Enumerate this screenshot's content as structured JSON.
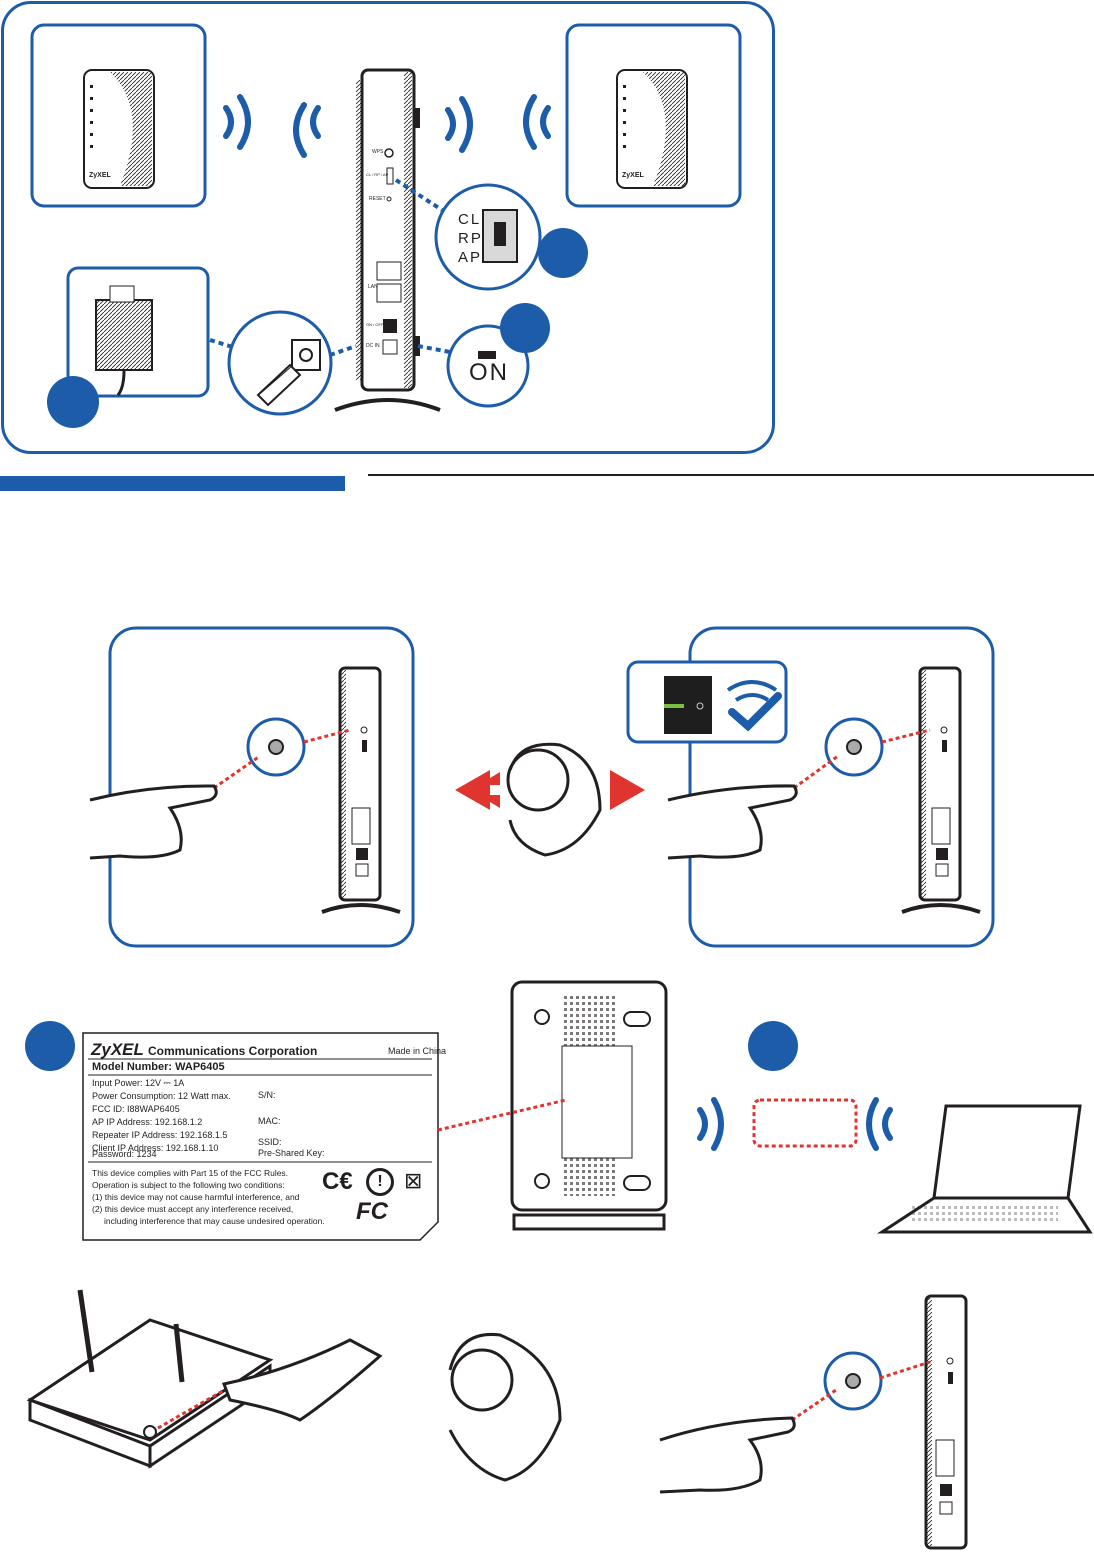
{
  "switch_modes": [
    "CL",
    "RP",
    "AP"
  ],
  "power_label": "ON",
  "colors": {
    "brand_blue": "#1c5ca8",
    "dot_red": "#e0342f",
    "dark": "#231f20"
  },
  "device_ports": {
    "wps": "WPS",
    "reset": "RESET",
    "lan": "LAN",
    "on_off": "ON / OFF",
    "dc_in": "DC IN",
    "modes_small": "CL / RP / AP"
  },
  "product_label": {
    "brand": "ZyXEL",
    "company": "Communications Corporation",
    "origin": "Made in China",
    "model": "Model Number: WAP6405",
    "input_power": "Input Power: 12V ⎓ 1A",
    "power_consumption": "Power Consumption: 12 Watt max.",
    "fcc_id": "FCC ID: I88WAP6405",
    "ap_ip": "AP IP Address: 192.168.1.2",
    "repeater_ip": "Repeater IP Address: 192.168.1.5",
    "client_ip": "Client IP Address: 192.168.1.10",
    "password": "Password: 1234",
    "sn": "S/N:",
    "mac": "MAC:",
    "ssid": "SSID:",
    "psk": "Pre-Shared Key:",
    "fcc_1": "This device complies with Part 15 of the FCC Rules.",
    "fcc_2": "Operation is subject to the following two conditions:",
    "fcc_3": "(1) this device may not cause harmful interference, and",
    "fcc_4": "(2) this device must accept any interference received,",
    "fcc_5": "including interference that may cause undesired operation."
  }
}
